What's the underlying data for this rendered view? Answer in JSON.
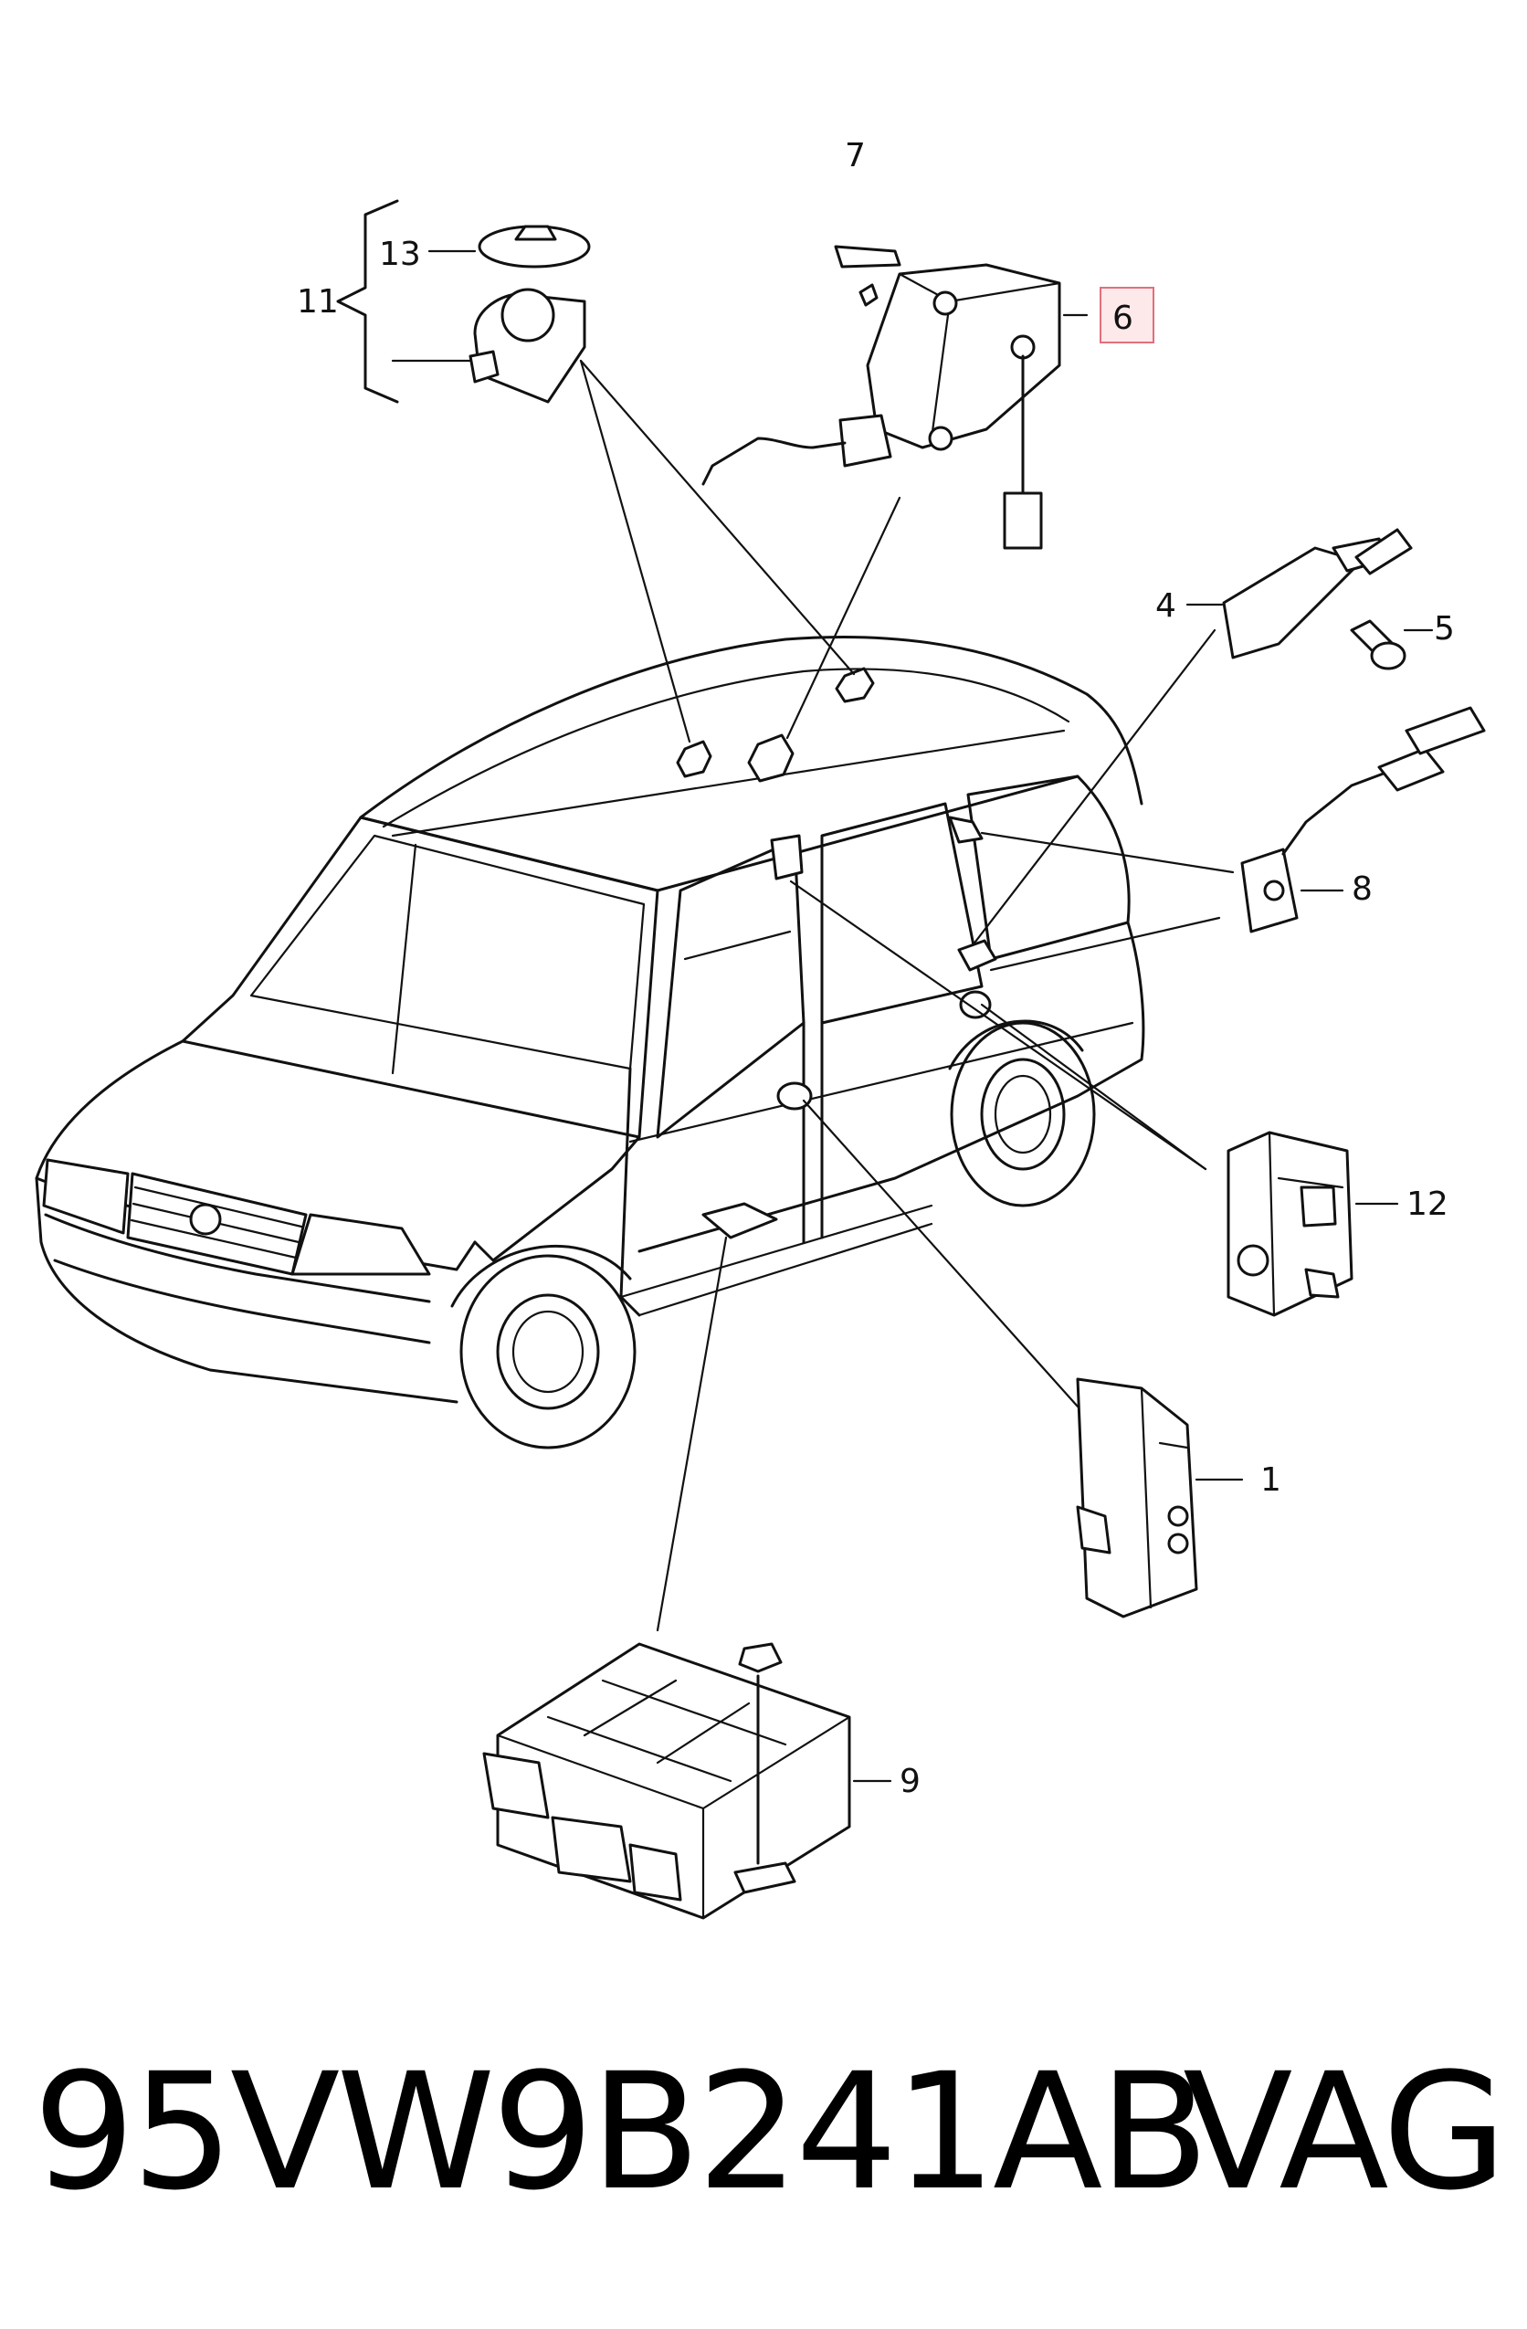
{
  "callouts": [
    {
      "id": "1",
      "label": "1"
    },
    {
      "id": "4",
      "label": "4"
    },
    {
      "id": "5",
      "label": "5"
    },
    {
      "id": "6",
      "label": "6",
      "highlighted": true
    },
    {
      "id": "7",
      "label": "7"
    },
    {
      "id": "8",
      "label": "8"
    },
    {
      "id": "9",
      "label": "9"
    },
    {
      "id": "11",
      "label": "11"
    },
    {
      "id": "12",
      "label": "12"
    },
    {
      "id": "13",
      "label": "13"
    }
  ],
  "footer": {
    "part_number": "95VW9B241AB",
    "brand": "VAG"
  },
  "colors": {
    "line": "#111111",
    "highlight_border": "#e0707a",
    "highlight_fill": "#fde8ea"
  }
}
